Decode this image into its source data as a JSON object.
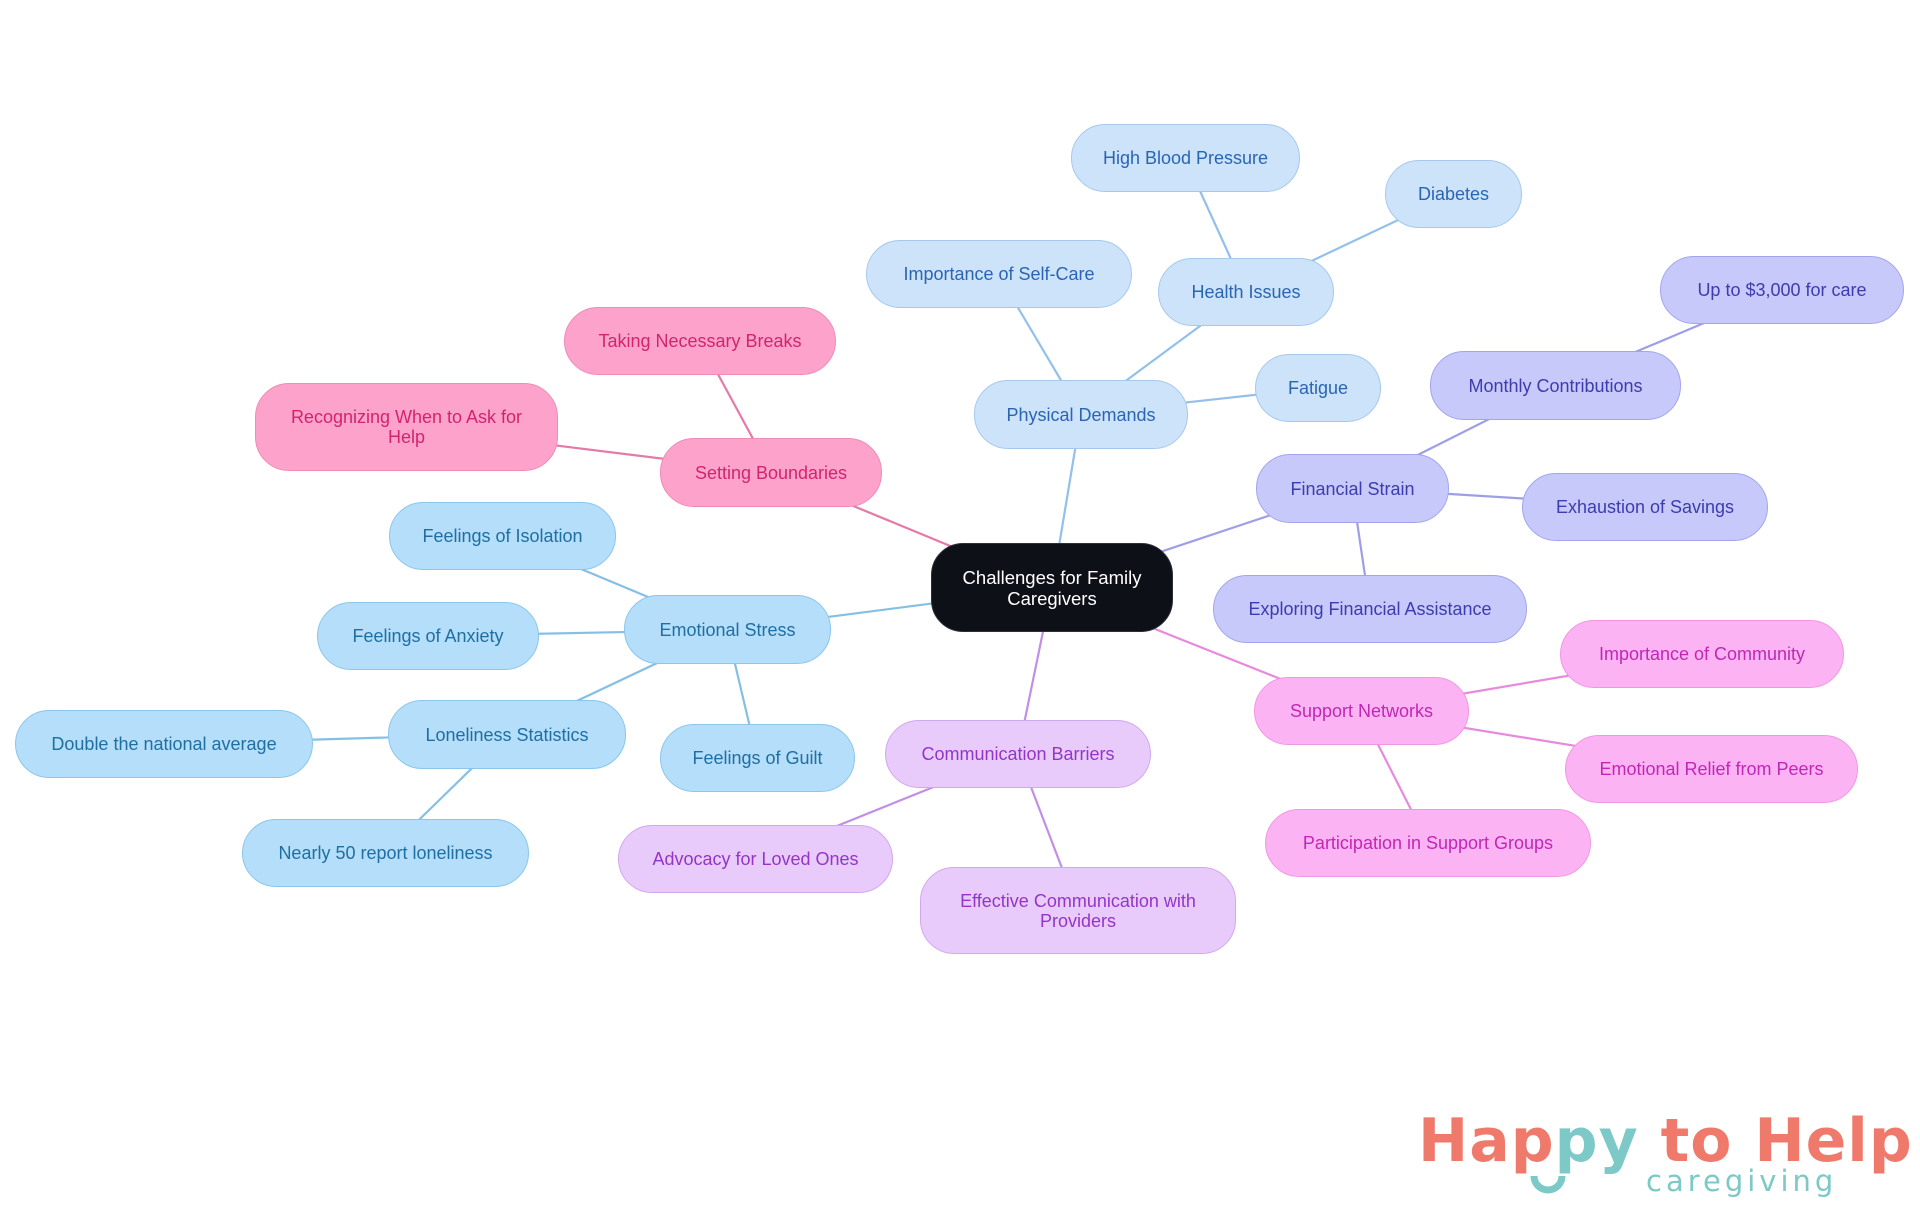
{
  "diagram": {
    "type": "mind-map",
    "root": {
      "id": "root",
      "label": "Challenges for Family Caregivers",
      "fill": "#0d1117",
      "text_color": "#ffffff"
    },
    "branches": [
      {
        "id": "physical",
        "label": "Physical Demands",
        "color": "#cce3fa",
        "edge_color": "#93c0ea",
        "children": [
          {
            "id": "self_care",
            "label": "Importance of Self-Care"
          },
          {
            "id": "health_issues",
            "label": "Health Issues",
            "children": [
              {
                "id": "hbp",
                "label": "High Blood Pressure"
              },
              {
                "id": "diabetes",
                "label": "Diabetes"
              }
            ]
          },
          {
            "id": "fatigue",
            "label": "Fatigue"
          }
        ]
      },
      {
        "id": "financial",
        "label": "Financial Strain",
        "color": "#c7c9fb",
        "edge_color": "#9d9fe6",
        "children": [
          {
            "id": "monthly",
            "label": "Monthly Contributions",
            "children": [
              {
                "id": "upto3000",
                "label": "Up to $3,000 for care"
              }
            ]
          },
          {
            "id": "savings",
            "label": "Exhaustion of Savings"
          },
          {
            "id": "assistance",
            "label": "Exploring Financial Assistance"
          }
        ]
      },
      {
        "id": "boundaries",
        "label": "Setting Boundaries",
        "color": "#fda3cb",
        "edge_color": "#e57aa8",
        "children": [
          {
            "id": "breaks",
            "label": "Taking Necessary Breaks"
          },
          {
            "id": "ask_help",
            "label": "Recognizing When to Ask for Help"
          }
        ]
      },
      {
        "id": "emotional",
        "label": "Emotional Stress",
        "color": "#b4def9",
        "edge_color": "#86bfe4",
        "children": [
          {
            "id": "isolation",
            "label": "Feelings of Isolation"
          },
          {
            "id": "anxiety",
            "label": "Feelings of Anxiety"
          },
          {
            "id": "loneliness",
            "label": "Loneliness Statistics",
            "children": [
              {
                "id": "double",
                "label": "Double the national average"
              },
              {
                "id": "nearly50",
                "label": "Nearly 50 report loneliness"
              }
            ]
          },
          {
            "id": "guilt",
            "label": "Feelings of Guilt"
          }
        ]
      },
      {
        "id": "communication",
        "label": "Communication Barriers",
        "color": "#e9cbfb",
        "edge_color": "#c190e6",
        "children": [
          {
            "id": "advocacy",
            "label": "Advocacy for Loved Ones"
          },
          {
            "id": "effective",
            "label": "Effective Communication with Providers"
          }
        ]
      },
      {
        "id": "support",
        "label": "Support Networks",
        "color": "#fcb3f4",
        "edge_color": "#e78ade",
        "children": [
          {
            "id": "community",
            "label": "Importance of Community"
          },
          {
            "id": "peers",
            "label": "Emotional Relief from Peers"
          },
          {
            "id": "groups",
            "label": "Participation in Support Groups"
          }
        ]
      }
    ]
  },
  "logo": {
    "part1": "Hap",
    "part2": "py",
    "part3": " to Help",
    "tagline": "caregiving",
    "primary_color": "#ef7a6c",
    "accent_color": "#7cc9c8"
  }
}
